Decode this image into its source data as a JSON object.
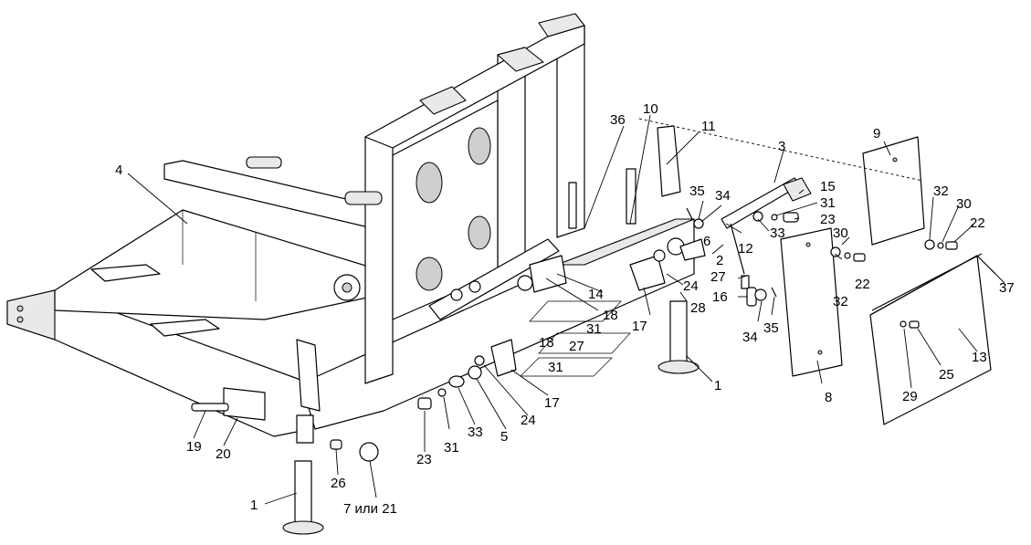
{
  "callouts": [
    {
      "id": "c1a",
      "text": "1"
    },
    {
      "id": "c1b",
      "text": "1"
    },
    {
      "id": "c2",
      "text": "2"
    },
    {
      "id": "c3",
      "text": "3"
    },
    {
      "id": "c4",
      "text": "4"
    },
    {
      "id": "c5",
      "text": "5"
    },
    {
      "id": "c6",
      "text": "6"
    },
    {
      "id": "c7",
      "text": "7 или 21"
    },
    {
      "id": "c8",
      "text": "8"
    },
    {
      "id": "c9",
      "text": "9"
    },
    {
      "id": "c10",
      "text": "10"
    },
    {
      "id": "c11",
      "text": "11"
    },
    {
      "id": "c12",
      "text": "12"
    },
    {
      "id": "c13",
      "text": "13"
    },
    {
      "id": "c14",
      "text": "14"
    },
    {
      "id": "c15",
      "text": "15"
    },
    {
      "id": "c16",
      "text": "16"
    },
    {
      "id": "c17a",
      "text": "17"
    },
    {
      "id": "c17b",
      "text": "17"
    },
    {
      "id": "c18a",
      "text": "18"
    },
    {
      "id": "c18b",
      "text": "18"
    },
    {
      "id": "c19",
      "text": "19"
    },
    {
      "id": "c20",
      "text": "20"
    },
    {
      "id": "c22a",
      "text": "22"
    },
    {
      "id": "c22b",
      "text": "22"
    },
    {
      "id": "c23a",
      "text": "23"
    },
    {
      "id": "c23b",
      "text": "23"
    },
    {
      "id": "c24a",
      "text": "24"
    },
    {
      "id": "c24b",
      "text": "24"
    },
    {
      "id": "c25",
      "text": "25"
    },
    {
      "id": "c26",
      "text": "26"
    },
    {
      "id": "c27a",
      "text": "27"
    },
    {
      "id": "c27b",
      "text": "27"
    },
    {
      "id": "c28",
      "text": "28"
    },
    {
      "id": "c29",
      "text": "29"
    },
    {
      "id": "c30a",
      "text": "30"
    },
    {
      "id": "c30b",
      "text": "30"
    },
    {
      "id": "c31a",
      "text": "31"
    },
    {
      "id": "c31b",
      "text": "31"
    },
    {
      "id": "c31c",
      "text": "31"
    },
    {
      "id": "c31d",
      "text": "31"
    },
    {
      "id": "c32a",
      "text": "32"
    },
    {
      "id": "c32b",
      "text": "32"
    },
    {
      "id": "c33a",
      "text": "33"
    },
    {
      "id": "c33b",
      "text": "33"
    },
    {
      "id": "c34a",
      "text": "34"
    },
    {
      "id": "c34b",
      "text": "34"
    },
    {
      "id": "c35a",
      "text": "35"
    },
    {
      "id": "c35b",
      "text": "35"
    },
    {
      "id": "c36",
      "text": "36"
    },
    {
      "id": "c37",
      "text": "37"
    }
  ]
}
